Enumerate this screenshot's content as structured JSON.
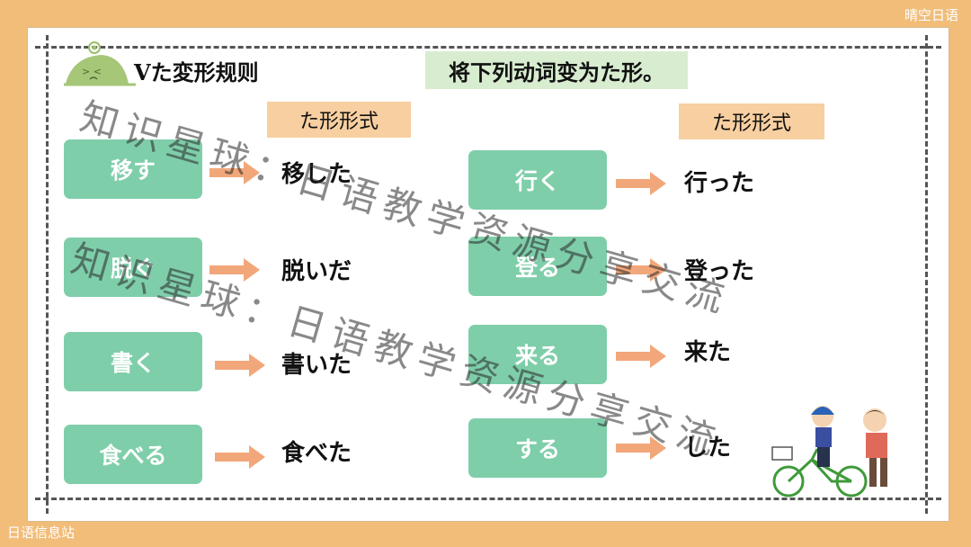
{
  "corner": {
    "top_right": "晴空日语",
    "bottom_left": "日语信息站"
  },
  "title": "Vた変形规则",
  "instruction": "将下列动词变为た形。",
  "form_header": "た形形式",
  "left_column": [
    {
      "verb": "移す",
      "ta_form": "移した"
    },
    {
      "verb": "脱ぐ",
      "ta_form": "脱いだ"
    },
    {
      "verb": "書く",
      "ta_form": "書いた"
    },
    {
      "verb": "食べる",
      "ta_form": "食べた"
    }
  ],
  "right_column": [
    {
      "verb": "行く",
      "ta_form": "行った"
    },
    {
      "verb": "登る",
      "ta_form": "登った"
    },
    {
      "verb": "来る",
      "ta_form": "来た"
    },
    {
      "verb": "する",
      "ta_form": "した"
    }
  ],
  "watermark": {
    "line1": "知识星球：日语教学资源分享交流",
    "line2": "知识星球：日语教学资源分享交流"
  },
  "colors": {
    "frame": "#f1bd79",
    "verb_box": "#7fceaa",
    "header_box": "#f7cfa0",
    "instruction_box": "#d8ecd0",
    "arrow": "#f2a77a"
  }
}
